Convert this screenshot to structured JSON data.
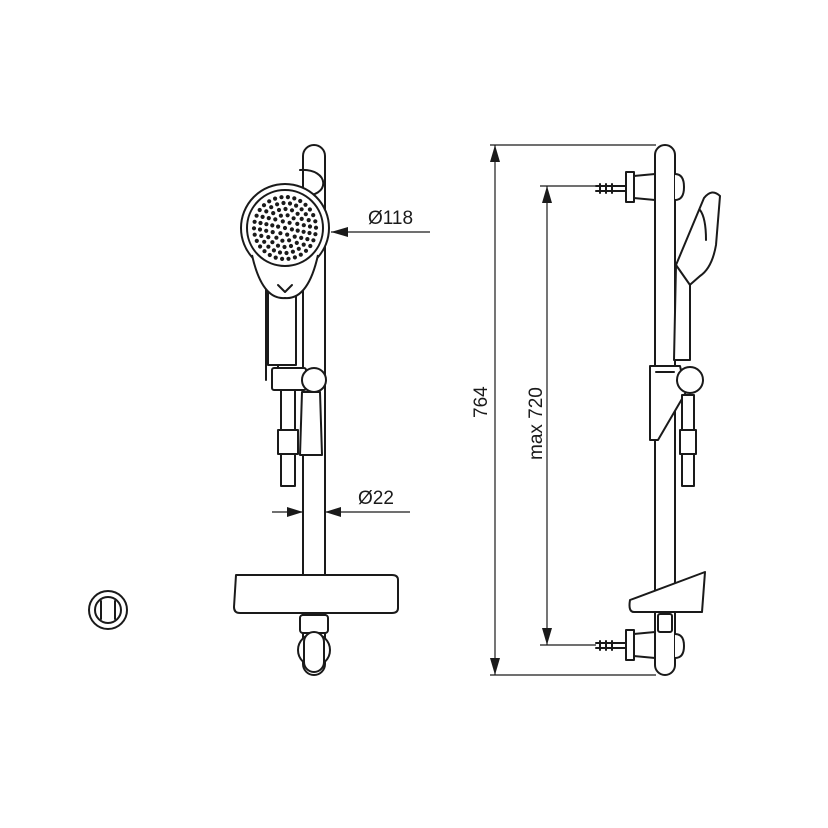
{
  "dimensions": {
    "head_diameter": "Ø118",
    "rail_diameter": "Ø22",
    "overall_height": "764",
    "max_height": "max 720"
  },
  "colors": {
    "line": "#1a1a1a",
    "background": "#ffffff"
  }
}
